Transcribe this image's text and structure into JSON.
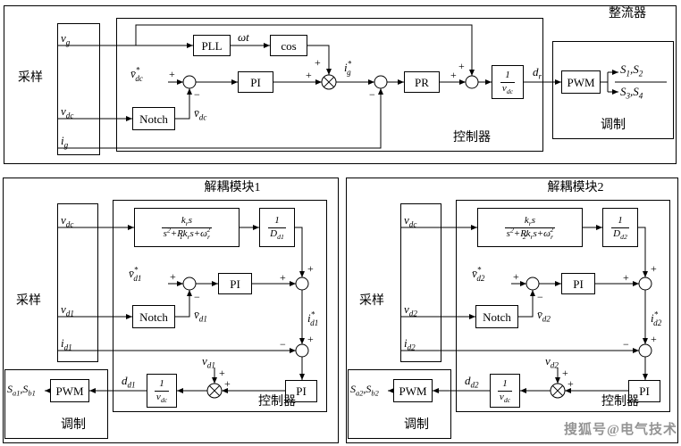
{
  "signs": {
    "plus": "+",
    "minus": "−",
    "times": "×"
  },
  "top": {
    "section_label": "整流器",
    "sampling": {
      "label": "采样",
      "vg": "v<sub>g</sub>",
      "vdc": "v<sub>dc</sub>",
      "ig": "i<sub>g</sub>"
    },
    "controller": {
      "label": "控制器",
      "pll": "PLL",
      "omega_t": "ωt",
      "cos": "cos",
      "pi": "PI",
      "pr": "PR",
      "notch": "Notch",
      "vdc_ref": "v̄<sup>*</sup><sub>dc</sub>",
      "vdc_bar": "v̄<sub>dc</sub>",
      "ig_ref": "i<sup>*</sup><sub>g</sub>",
      "inv_vdc_num": "1",
      "inv_vdc_den": "v<sub>dc</sub>",
      "dr": "d<sub>r</sub>"
    },
    "modulation": {
      "label": "调制",
      "pwm": "PWM",
      "s12": "S<sub>1</sub>,S<sub>2</sub>",
      "s34": "S<sub>3</sub>,S<sub>4</sub>"
    }
  },
  "module1": {
    "title": "解耦模块1",
    "sampling": {
      "label": "采样",
      "vdc": "v<sub>dc</sub>",
      "vd": "v<sub>d1</sub>",
      "id": "i<sub>d1</sub>"
    },
    "controller": {
      "label": "控制器",
      "tf_num": "k<sub>r</sub>s",
      "tf_den": "s<sup>2</sup>+R<sub>1</sub>k<sub>r</sub>s+ω<sub>r</sub><sup>2</sup>",
      "invD_num": "1",
      "invD_den": "D<sub>d1</sub>",
      "vd_ref": "v̄<sup>*</sup><sub>d1</sub>",
      "notch": "Notch",
      "vd_bar": "v̄<sub>d1</sub>",
      "pi1": "PI",
      "id_ref": "i<sup>*</sup><sub>d1</sub>",
      "pi2": "PI",
      "vd_ff": "v<sub>d1</sub>",
      "dd": "d<sub>d1</sub>",
      "inv_vdc_num": "1",
      "inv_vdc_den": "v<sub>dc</sub>"
    },
    "modulation": {
      "label": "调制",
      "pwm": "PWM",
      "s_out": "S<sub>a1</sub>,S<sub>b1</sub>"
    }
  },
  "module2": {
    "title": "解耦模块2",
    "sampling": {
      "label": "采样",
      "vdc": "v<sub>dc</sub>",
      "vd": "v<sub>d2</sub>",
      "id": "i<sub>d2</sub>"
    },
    "controller": {
      "label": "控制器",
      "tf_num": "k<sub>r</sub>s",
      "tf_den": "s<sup>2</sup>+R<sub>2</sub>k<sub>r</sub>s+ω<sub>r</sub><sup>2</sup>",
      "invD_num": "1",
      "invD_den": "D<sub>d2</sub>",
      "vd_ref": "v̄<sup>*</sup><sub>d2</sub>",
      "notch": "Notch",
      "vd_bar": "v̄<sub>d2</sub>",
      "pi1": "PI",
      "id_ref": "i<sup>*</sup><sub>d2</sub>",
      "pi2": "PI",
      "vd_ff": "v<sub>d2</sub>",
      "dd": "d<sub>d2</sub>",
      "inv_vdc_num": "1",
      "inv_vdc_den": "v<sub>dc</sub>"
    },
    "modulation": {
      "label": "调制",
      "pwm": "PWM",
      "s_out": "S<sub>a2</sub>,S<sub>b2</sub>"
    }
  },
  "watermark": "搜狐号@电气技术"
}
